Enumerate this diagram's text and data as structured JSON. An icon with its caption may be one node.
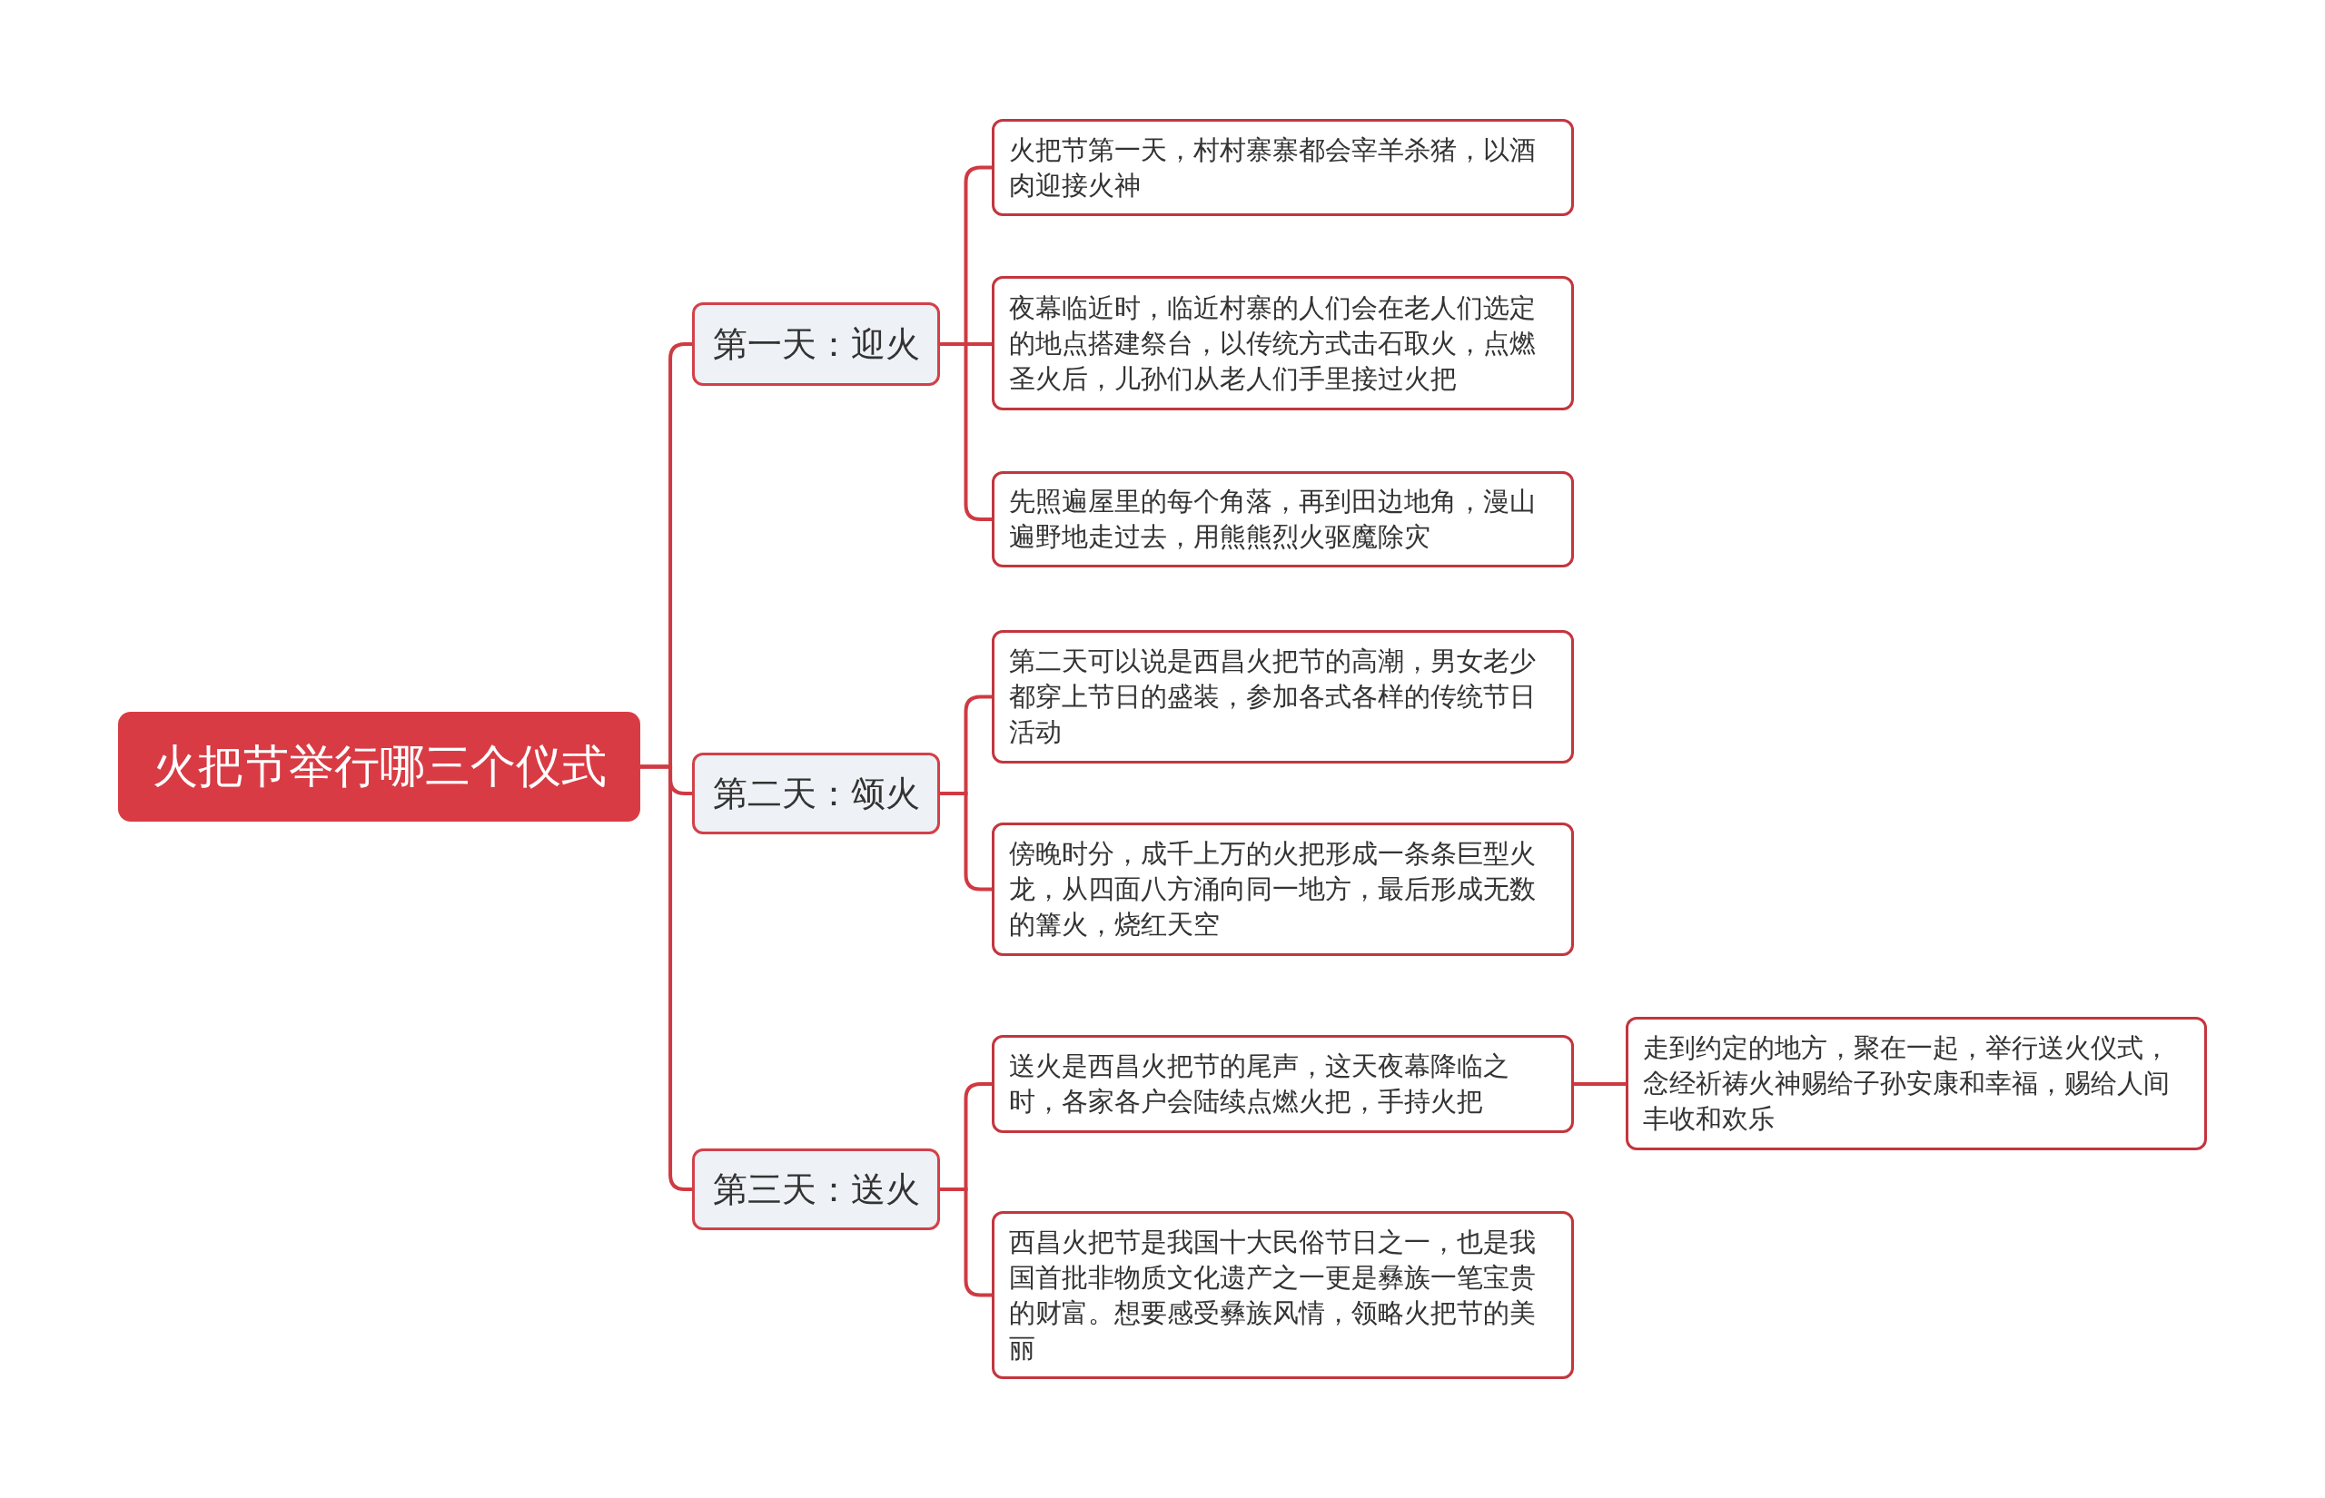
{
  "diagram": {
    "nodes": [
      {
        "text": [
          "火把节举行哪三个仪式"
        ]
      },
      {
        "text": [
          "第一天：迎火"
        ]
      },
      {
        "text": [
          "火把节第一天，村村寨寨都会宰羊杀猪，以酒肉迎接火神"
        ]
      },
      {
        "text": [
          "夜幕临近时，临近村寨的人们会在老人们选定的地点搭建祭台，以传统方式击石取火，点燃圣火后，儿孙们从老人们手里接过火把"
        ]
      },
      {
        "text": [
          "先照遍屋里的每个角落，再到田边地角，漫山遍野地走过去，用熊熊烈火驱魔除灾"
        ]
      },
      {
        "text": [
          "第二天：颂火"
        ]
      },
      {
        "text": [
          "第二天可以说是西昌火把节的高潮，男女老少都穿上节日的盛装，参加各式各样的传统节日活动"
        ]
      },
      {
        "text": [
          "傍晚时分，成千上万的火把形成一条条巨型火龙，从四面八方涌向同一地方，最后形成无数的篝火，烧红天空"
        ]
      },
      {
        "text": [
          "第三天：送火"
        ]
      },
      {
        "text": [
          "送火是西昌火把节的尾声，这天夜幕降临之时，各家各户会陆续点燃火把，手持火把"
        ]
      },
      {
        "text": [
          "走到约定的地方，聚在一起，举行送火仪式，念经祈祷火神赐给子孙安康和幸福，赐给人间丰收和欢乐"
        ]
      },
      {
        "text": [
          "西昌火把节是我国十大民俗节日之一，也是我国首批非物质文化遗产之一更是彝族一笔宝贵的财富。想要感受彝族风情，领略火把节的美丽"
        ]
      }
    ],
    "edges": [
      {
        "from": 0,
        "to": 1,
        "arrow": "none"
      },
      {
        "from": 0,
        "to": 5,
        "arrow": "none"
      },
      {
        "from": 0,
        "to": 8,
        "arrow": "none"
      },
      {
        "from": 1,
        "to": 2,
        "arrow": "none"
      },
      {
        "from": 1,
        "to": 3,
        "arrow": "none"
      },
      {
        "from": 1,
        "to": 4,
        "arrow": "none"
      },
      {
        "from": 5,
        "to": 6,
        "arrow": "none"
      },
      {
        "from": 5,
        "to": 7,
        "arrow": "none"
      },
      {
        "from": 8,
        "to": 9,
        "arrow": "none"
      },
      {
        "from": 8,
        "to": 11,
        "arrow": "none"
      },
      {
        "from": 9,
        "to": 10,
        "arrow": "none"
      }
    ]
  }
}
